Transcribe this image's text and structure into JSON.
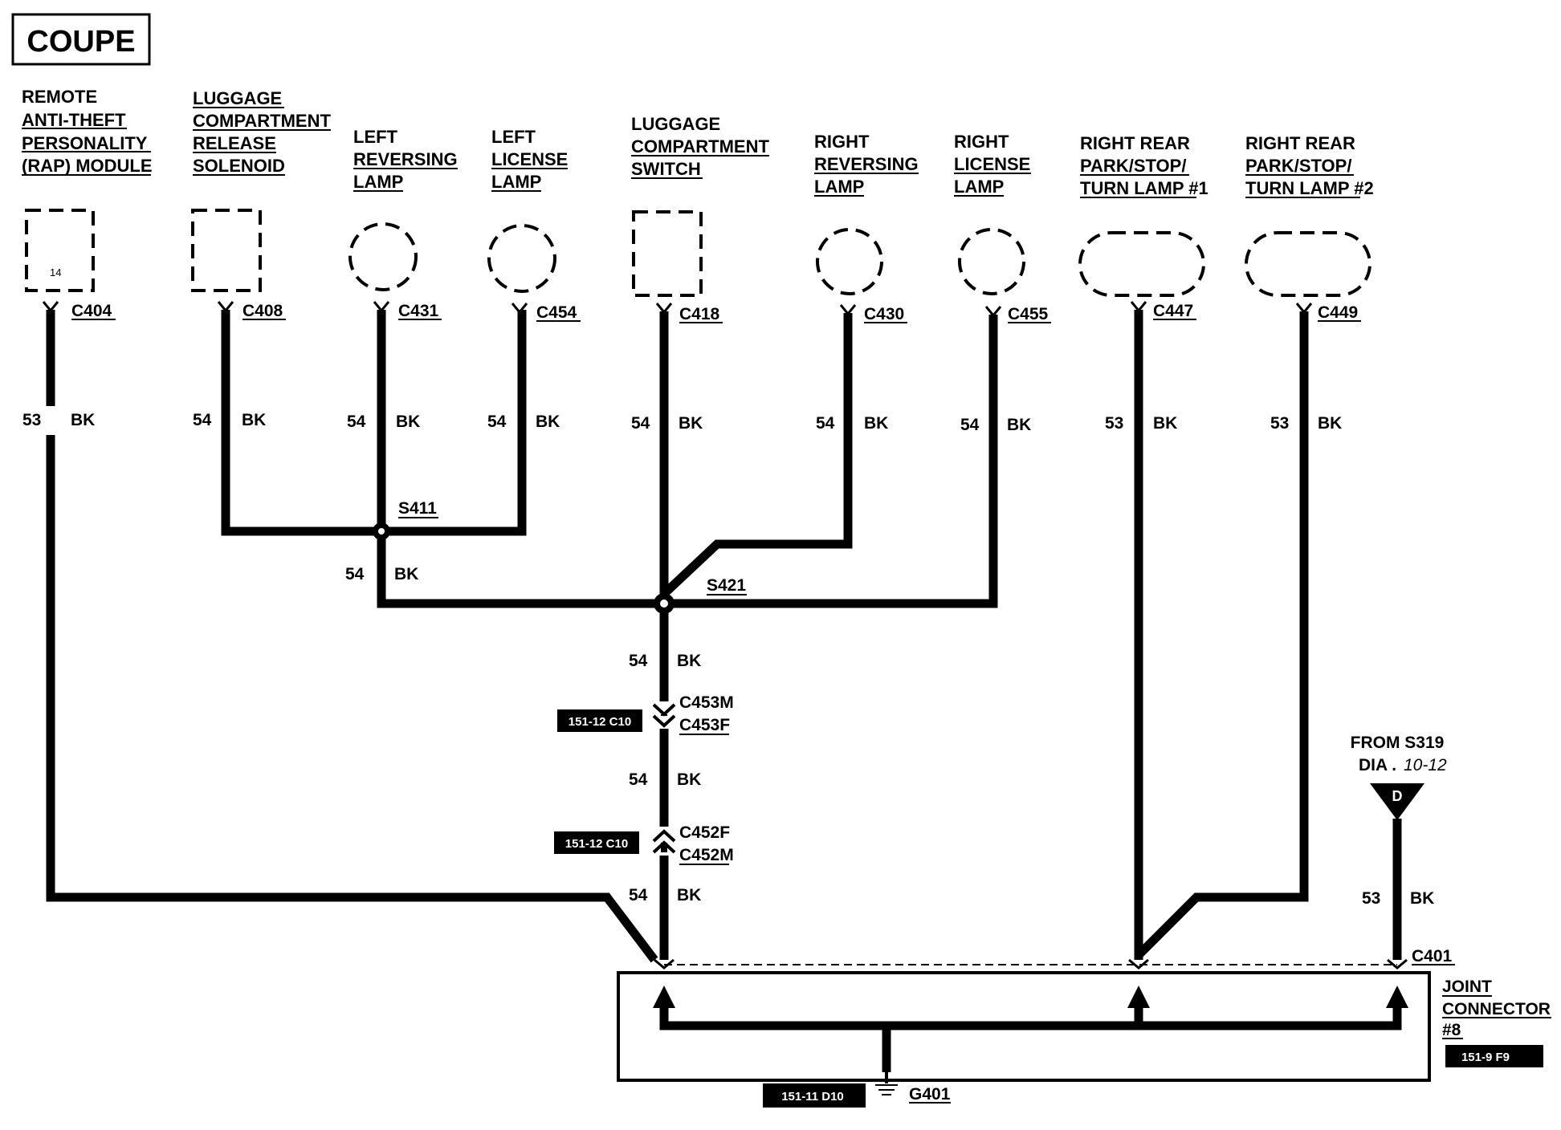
{
  "title": "COUPE",
  "components": [
    {
      "id": "rap",
      "lines": [
        "REMOTE",
        "ANTI-THEFT",
        "PERSONALITY",
        "(RAP) MODULE"
      ],
      "connector": "C404",
      "pin": "14",
      "circuit": "53",
      "color": "BK"
    },
    {
      "id": "luggage-release",
      "lines": [
        "LUGGAGE",
        "COMPARTMENT",
        "RELEASE",
        "SOLENOID"
      ],
      "connector": "C408",
      "circuit": "54",
      "color": "BK"
    },
    {
      "id": "left-reversing",
      "lines": [
        "LEFT",
        "REVERSING",
        "LAMP"
      ],
      "connector": "C431",
      "circuit": "54",
      "color": "BK"
    },
    {
      "id": "left-license",
      "lines": [
        "LEFT",
        "LICENSE",
        "LAMP"
      ],
      "connector": "C454",
      "circuit": "54",
      "color": "BK"
    },
    {
      "id": "luggage-switch",
      "lines": [
        "LUGGAGE",
        "COMPARTMENT",
        "SWITCH"
      ],
      "connector": "C418",
      "circuit": "54",
      "color": "BK"
    },
    {
      "id": "right-reversing",
      "lines": [
        "RIGHT",
        "REVERSING",
        "LAMP"
      ],
      "connector": "C430",
      "circuit": "54",
      "color": "BK"
    },
    {
      "id": "right-license",
      "lines": [
        "RIGHT",
        "LICENSE",
        "LAMP"
      ],
      "connector": "C455",
      "circuit": "54",
      "color": "BK"
    },
    {
      "id": "rr-lamp-1",
      "lines": [
        "RIGHT REAR",
        "PARK/STOP/",
        "TURN LAMP #1"
      ],
      "connector": "C447",
      "circuit": "53",
      "color": "BK"
    },
    {
      "id": "rr-lamp-2",
      "lines": [
        "RIGHT REAR",
        "PARK/STOP/",
        "TURN LAMP #2"
      ],
      "connector": "C449",
      "circuit": "53",
      "color": "BK"
    }
  ],
  "splices": {
    "s411": "S411",
    "s421": "S421"
  },
  "wires": {
    "s411_out_circuit": "54",
    "s411_out_color": "BK",
    "trunk1_circuit": "54",
    "trunk1_color": "BK",
    "trunk2_circuit": "54",
    "trunk2_color": "BK",
    "trunk3_circuit": "54",
    "trunk3_color": "BK",
    "from_circuit": "53",
    "from_color": "BK"
  },
  "inline_connectors": {
    "c453m": "C453M",
    "c453f": "C453F",
    "c453_ref": "151-12 C10",
    "c452f": "C452F",
    "c452m": "C452M",
    "c452_ref": "151-12 C10"
  },
  "from_source": {
    "line1": "FROM S319",
    "dia_prefix": "DIA .",
    "dia_page": "10-12",
    "symbol": "D"
  },
  "joint_connector": {
    "connector": "C401",
    "lines": [
      "JOINT",
      "CONNECTOR",
      "#8"
    ],
    "ref": "151-9 F9"
  },
  "ground": {
    "id": "G401",
    "ref": "151-11 D10"
  }
}
